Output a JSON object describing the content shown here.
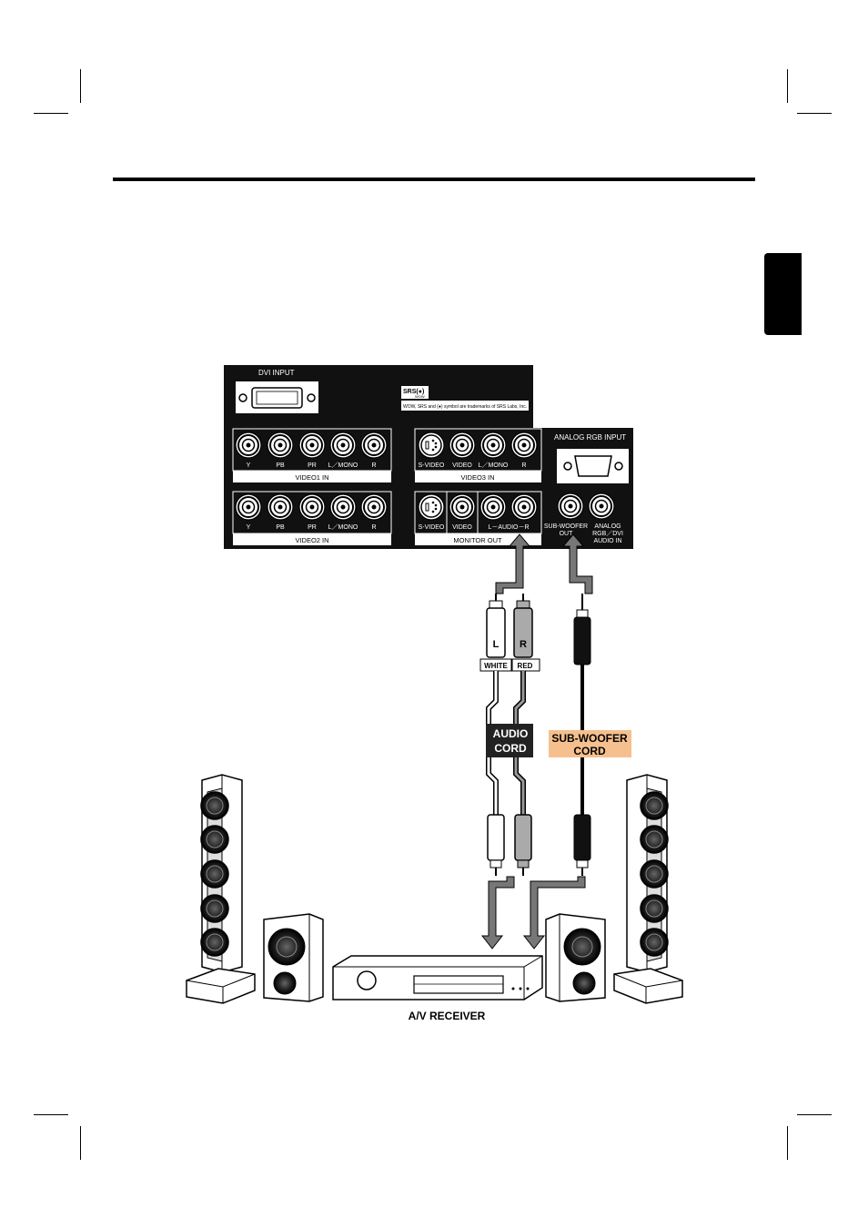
{
  "panel": {
    "dvi_input": "DVI  INPUT",
    "srs_logo": "SRS(●)",
    "srs_sub": "WOW",
    "trademark": "WOW, SRS and (●) symbol are trademarks of SRS Labs, Inc.",
    "analog_rgb_input": "ANALOG  RGB  INPUT",
    "video1": {
      "title": "VIDEO1 IN",
      "ports": [
        "Y",
        "PB",
        "PR",
        "L／MONO",
        "R"
      ]
    },
    "video2": {
      "title": "VIDEO2 IN",
      "ports": [
        "Y",
        "PB",
        "PR",
        "L／MONO",
        "R"
      ]
    },
    "video3": {
      "title": "VIDEO3 IN",
      "ports": [
        "S-VIDEO",
        "VIDEO",
        "L／MONO",
        "R"
      ]
    },
    "monitor_out": {
      "title": "MONITOR  OUT",
      "ports": [
        "S-VIDEO",
        "VIDEO",
        "L－AUDIO－R"
      ]
    },
    "subwoofer_out": [
      "SUB-WOOFER",
      "OUT"
    ],
    "analog_audio_in": [
      "ANALOG",
      "RGB／DVI",
      "AUDIO  IN"
    ]
  },
  "cables": {
    "plug_l": "L",
    "plug_r": "R",
    "white": "WHITE",
    "red": "RED",
    "audio_cord": [
      "AUDIO",
      "CORD"
    ],
    "subwoofer_cord": [
      "SUB-WOOFER",
      "CORD"
    ]
  },
  "receiver_label": "A/V RECEIVER",
  "colors": {
    "subwoofer_label_bg": "#f5c08e",
    "panel": "#111111",
    "arrow_gray": "#777777"
  }
}
